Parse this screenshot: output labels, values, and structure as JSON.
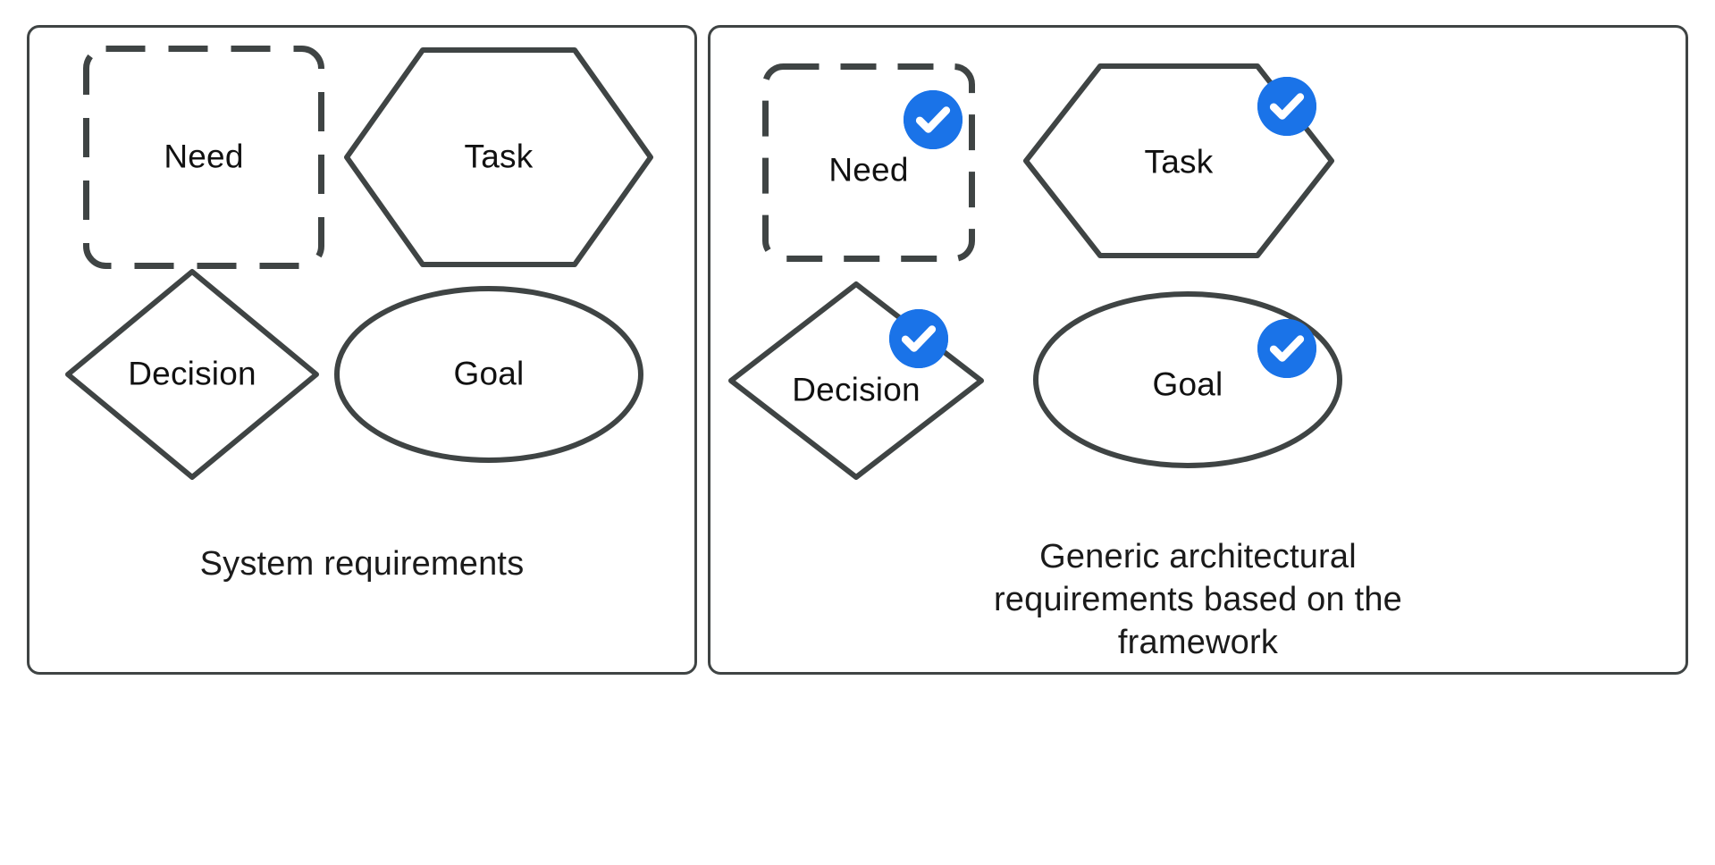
{
  "diagram": {
    "title_visible": false,
    "background_color": "#ffffff",
    "stroke_color": "#3f4444",
    "text_color": "#111111",
    "badge_color": "#1a73e8",
    "badge_icon": "check-circle-icon",
    "panels": [
      {
        "id": "system-requirements",
        "caption_lines": [
          "System requirements"
        ],
        "badges_shown": false,
        "shapes": [
          {
            "id": "need",
            "label": "Need",
            "glyph": "dashed-rounded-square",
            "badge": false
          },
          {
            "id": "task",
            "label": "Task",
            "glyph": "hexagon",
            "badge": false
          },
          {
            "id": "decision",
            "label": "Decision",
            "glyph": "diamond",
            "badge": false
          },
          {
            "id": "goal",
            "label": "Goal",
            "glyph": "ellipse",
            "badge": false
          }
        ]
      },
      {
        "id": "generic-architectural-requirements",
        "caption_lines": [
          "Generic architectural",
          "requirements based on the",
          "framework"
        ],
        "badges_shown": true,
        "shapes": [
          {
            "id": "need",
            "label": "Need",
            "glyph": "dashed-rounded-square",
            "badge": true
          },
          {
            "id": "task",
            "label": "Task",
            "glyph": "hexagon",
            "badge": true
          },
          {
            "id": "decision",
            "label": "Decision",
            "glyph": "diamond",
            "badge": true
          },
          {
            "id": "goal",
            "label": "Goal",
            "glyph": "ellipse",
            "badge": true
          }
        ]
      }
    ]
  }
}
